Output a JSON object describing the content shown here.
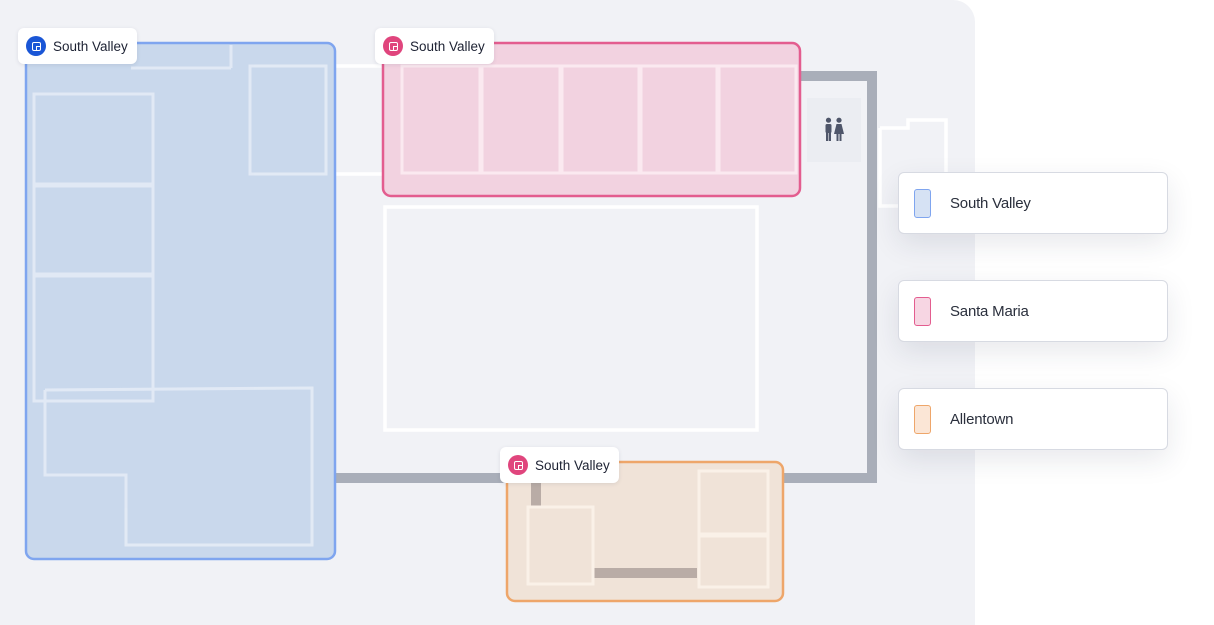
{
  "map": {
    "zones": [
      {
        "id": "blue",
        "tag_label": "South Valley",
        "accent": "#1a56d6",
        "fill": "#c9d8ec",
        "border": "#7fa5ef"
      },
      {
        "id": "pink",
        "tag_label": "South Valley",
        "accent": "#e0457d",
        "fill": "#f2d2e0",
        "border": "#e35d8f"
      },
      {
        "id": "orange",
        "tag_label": "South Valley",
        "accent": "#e0457d",
        "fill": "#f0e3d8",
        "border": "#eea66a"
      }
    ],
    "restroom_icon": "restroom-icon"
  },
  "legend": {
    "items": [
      {
        "label": "South Valley",
        "fill": "#d6e2f4",
        "border": "#7fa5ef"
      },
      {
        "label": "Santa Maria",
        "fill": "#f7d6e3",
        "border": "#e35d8f"
      },
      {
        "label": "Allentown",
        "fill": "#fbe6d6",
        "border": "#eea66a"
      }
    ]
  }
}
